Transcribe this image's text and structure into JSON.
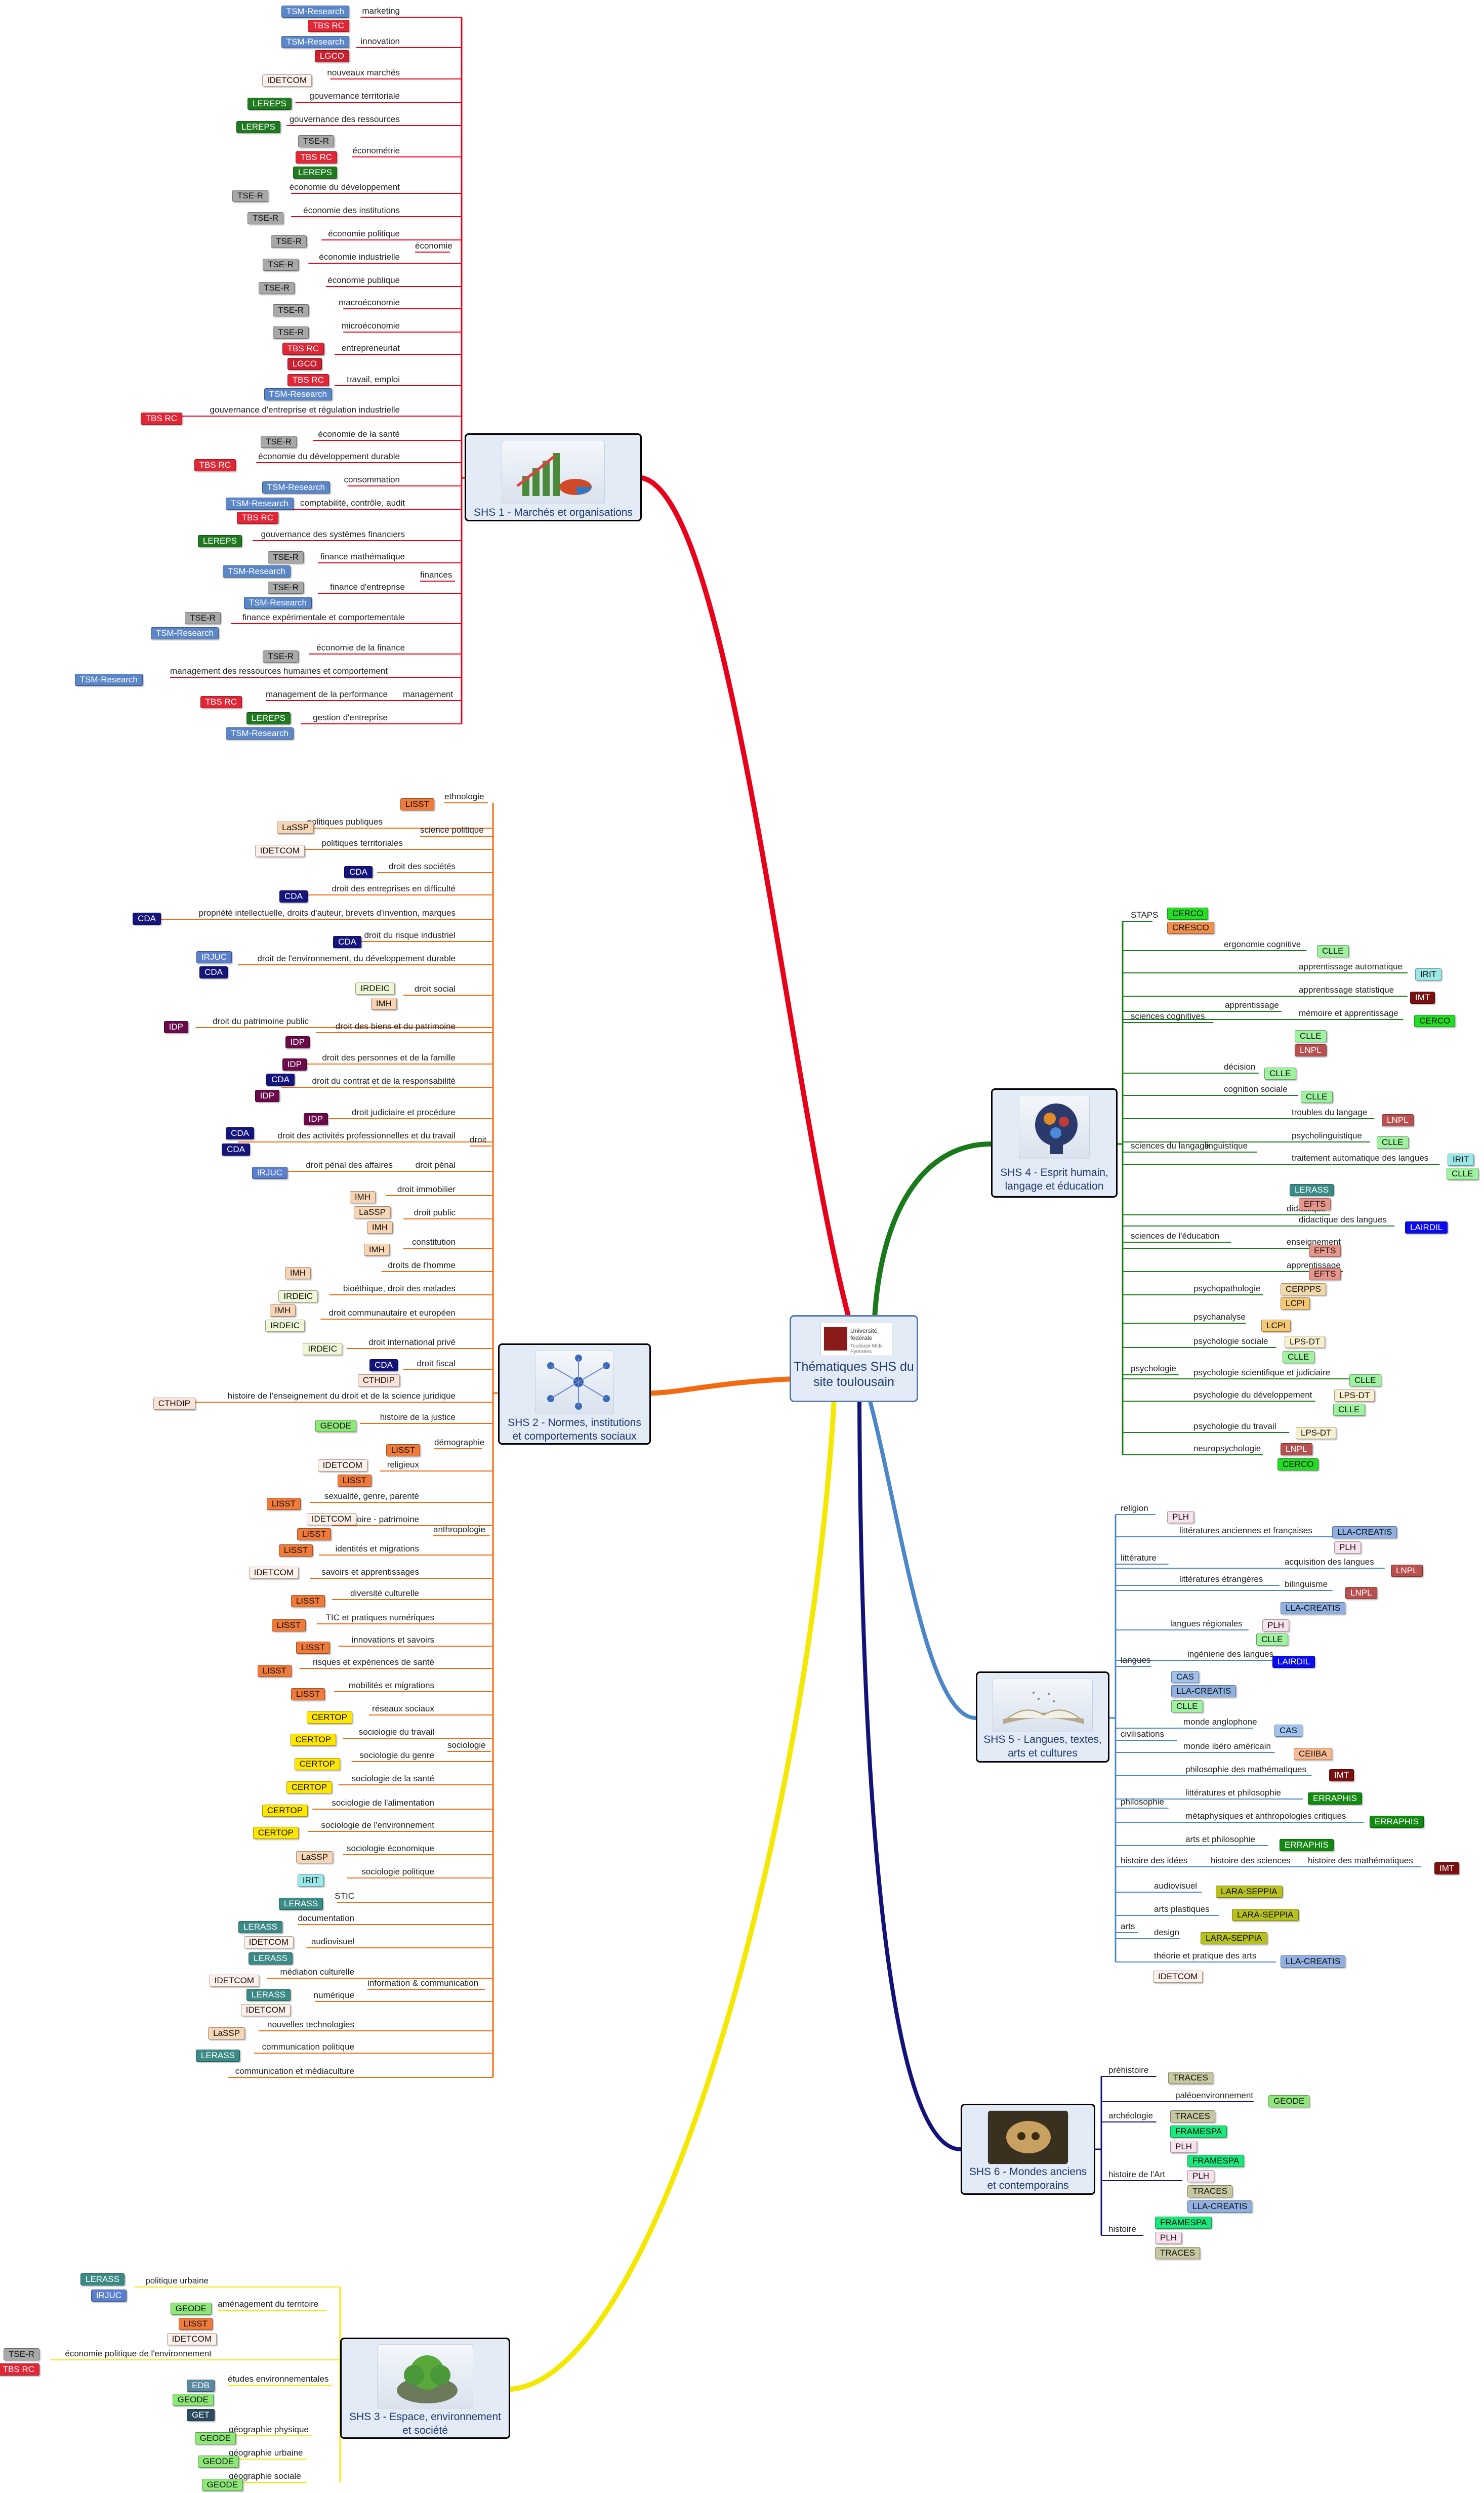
{
  "center": {
    "title": "Thématiques SHS du site toulousain",
    "logo_line1": "Université fédérale",
    "logo_line2": "Toulouse Midi-Pyrénées"
  },
  "colors": {
    "TSM-Research": "#5b87c8",
    "TBS RC": "#e32636",
    "LGCO": "#cc1f2f",
    "IDETCOM": "#fff1ea",
    "LEREPS": "#1f7a1f",
    "TSE-R": "#a8a8a8",
    "LISST": "#f07a3a",
    "LaSSP": "#f7d6b5",
    "CDA": "#14147e",
    "IRJUC": "#5b7fcf",
    "IRDEIC": "#eef7d6",
    "IMH": "#f8d4b4",
    "IDP": "#6a0a4a",
    "CTHDIP": "#fbe3d8",
    "GEODE": "#8ee878",
    "CERTOP": "#ffe600",
    "IRIT": "#9be8e8",
    "LERASS": "#3a8a86",
    "CERCO": "#22dd22",
    "CRESCO": "#f09050",
    "CLLE": "#9ff29f",
    "IMT": "#7a1010",
    "LNPL": "#b85050",
    "EFTS": "#e8968c",
    "LAIRDIL": "#0a0af0",
    "CERPPS": "#f0d8a8",
    "LCPI": "#f7c873",
    "LPS-DT": "#f7efd0",
    "PLH": "#f8e2ee",
    "LLA-CREATIS": "#8fb0e0",
    "CAS": "#9fc2ee",
    "CEIIBA": "#f8b890",
    "ERRAPHIS": "#128a12",
    "LARA-SEPPIA": "#b8c020",
    "TRACES": "#c8c8a0",
    "FRAMESPA": "#19e87c",
    "EDB": "#5a88a0",
    "GET": "#2a4a60"
  },
  "branches": [
    {
      "id": "shs1",
      "title": "SHS 1 - Marchés et organisations",
      "color": "#e8001a",
      "labels": [
        [
          "marketing"
        ],
        [
          "innovation"
        ],
        [
          "nouveaux marchés"
        ],
        [
          "gouvernance territoriale"
        ],
        [
          "gouvernance des ressources"
        ],
        [
          "économétrie"
        ],
        [
          "économie du développement"
        ],
        [
          "économie des institutions"
        ],
        [
          "économie politique"
        ],
        [
          "économie industrielle"
        ],
        [
          "économie publique"
        ],
        [
          "macroéconomie"
        ],
        [
          "microéconomie"
        ],
        [
          "entrepreneuriat"
        ],
        [
          "travail, emploi"
        ],
        [
          "gouvernance d'entreprise et régulation industrielle"
        ],
        [
          "économie de la santé"
        ],
        [
          "économie du développement durable"
        ],
        [
          "consommation"
        ],
        [
          "économie"
        ],
        [
          "comptabilité, contrôle, audit"
        ],
        [
          "gouvernance des systèmes financiers"
        ],
        [
          "finance mathématique"
        ],
        [
          "finance d'entreprise"
        ],
        [
          "finance expérimentale et comportementale"
        ],
        [
          "économie de la finance"
        ],
        [
          "finances"
        ],
        [
          "management des ressources humaines et comportement"
        ],
        [
          "management de la performance"
        ],
        [
          "gestion d'entreprise"
        ],
        [
          "management"
        ]
      ],
      "tags": [
        [
          "TSM-Research"
        ],
        [
          "TBS RC"
        ],
        [
          "TSM-Research"
        ],
        [
          "LGCO"
        ],
        [
          "IDETCOM"
        ],
        [
          "LEREPS"
        ],
        [
          "LEREPS"
        ],
        [
          "TSE-R"
        ],
        [
          "TBS RC"
        ],
        [
          "LEREPS"
        ],
        [
          "TSE-R"
        ],
        [
          "TSE-R"
        ],
        [
          "TSE-R"
        ],
        [
          "TSE-R"
        ],
        [
          "TSE-R"
        ],
        [
          "TSE-R"
        ],
        [
          "TSE-R"
        ],
        [
          "TSE-R"
        ],
        [
          "TBS RC"
        ],
        [
          "LGCO"
        ],
        [
          "TBS RC"
        ],
        [
          "TSM-Research"
        ],
        [
          "TBS RC"
        ],
        [
          "TSE-R"
        ],
        [
          "TBS RC"
        ],
        [
          "TSM-Research"
        ],
        [
          "TSM-Research"
        ],
        [
          "TBS RC"
        ],
        [
          "LEREPS"
        ],
        [
          "TSE-R"
        ],
        [
          "TSM-Research"
        ],
        [
          "TSE-R"
        ],
        [
          "TSM-Research"
        ],
        [
          "TSE-R"
        ],
        [
          "TSM-Research"
        ],
        [
          "TSE-R"
        ],
        [
          "TSM-Research"
        ],
        [
          "TBS RC"
        ],
        [
          "LEREPS"
        ],
        [
          "TSM-Research"
        ]
      ]
    },
    {
      "id": "shs2",
      "title": "SHS 2 - Normes, institutions et comportements sociaux",
      "color": "#f26a10",
      "labels": [
        [
          "ethnologie"
        ],
        [
          "politiques publiques"
        ],
        [
          "science politique"
        ],
        [
          "politiques territoriales"
        ],
        [
          "droit des sociétés"
        ],
        [
          "droit des entreprises en difficulté"
        ],
        [
          "propriété intellectuelle, droits d'auteur, brevets d'invention, marques"
        ],
        [
          "droit du risque industriel"
        ],
        [
          "droit de l'environnement, du développement durable"
        ],
        [
          "droit social"
        ],
        [
          "droit du patrimoine public"
        ],
        [
          "droit des biens et du patrimoine"
        ],
        [
          "droit des personnes et de la famille"
        ],
        [
          "droit du contrat et de la responsabilité"
        ],
        [
          "droit judiciaire et procédure"
        ],
        [
          "droit des activités professionnelles et du travail"
        ],
        [
          "droit pénal des affaires"
        ],
        [
          "droit pénal"
        ],
        [
          "droit"
        ],
        [
          "droit immobilier"
        ],
        [
          "droit public"
        ],
        [
          "constitution"
        ],
        [
          "droits de l'homme"
        ],
        [
          "bioéthique, droit des malades"
        ],
        [
          "droit communautaire et européen"
        ],
        [
          "droit international privé"
        ],
        [
          "droit fiscal"
        ],
        [
          "histoire de l'enseignement du droit et de la science juridique"
        ],
        [
          "histoire de la justice"
        ],
        [
          "démographie"
        ],
        [
          "religieux"
        ],
        [
          "sexualité, genre, parenté"
        ],
        [
          "mémoire - patrimoine"
        ],
        [
          "anthropologie"
        ],
        [
          "identités et migrations"
        ],
        [
          "savoirs et apprentissages"
        ],
        [
          "diversité culturelle"
        ],
        [
          "TIC et pratiques numériques"
        ],
        [
          "innovations et savoirs"
        ],
        [
          "risques et expériences de santé"
        ],
        [
          "mobilités et migrations"
        ],
        [
          "réseaux sociaux"
        ],
        [
          "sociologie du travail"
        ],
        [
          "sociologie du genre"
        ],
        [
          "sociologie"
        ],
        [
          "sociologie de la santé"
        ],
        [
          "sociologie de l'alimentation"
        ],
        [
          "sociologie de l'environnement"
        ],
        [
          "sociologie économique"
        ],
        [
          "sociologie politique"
        ],
        [
          "STIC"
        ],
        [
          "documentation"
        ],
        [
          "audiovisuel"
        ],
        [
          "médiation culturelle"
        ],
        [
          "numérique"
        ],
        [
          "information & communication"
        ],
        [
          "nouvelles technologies"
        ],
        [
          "communication politique"
        ],
        [
          "communication et médiaculture"
        ]
      ],
      "tags": [
        [
          "LISST"
        ],
        [
          "LaSSP"
        ],
        [
          "IDETCOM"
        ],
        [
          "CDA"
        ],
        [
          "CDA"
        ],
        [
          "CDA"
        ],
        [
          "CDA"
        ],
        [
          "IRJUC"
        ],
        [
          "CDA"
        ],
        [
          "IRDEIC"
        ],
        [
          "IMH"
        ],
        [
          "IDP"
        ],
        [
          "IDP"
        ],
        [
          "IDP"
        ],
        [
          "CDA"
        ],
        [
          "IDP"
        ],
        [
          "IDP"
        ],
        [
          "CDA"
        ],
        [
          "CDA"
        ],
        [
          "IRJUC"
        ],
        [
          "IMH"
        ],
        [
          "LaSSP"
        ],
        [
          "IMH"
        ],
        [
          "IMH"
        ],
        [
          "IMH"
        ],
        [
          "IRDEIC"
        ],
        [
          "IMH"
        ],
        [
          "IRDEIC"
        ],
        [
          "IRDEIC"
        ],
        [
          "CDA"
        ],
        [
          "CTHDIP"
        ],
        [
          "CTHDIP"
        ],
        [
          "GEODE"
        ],
        [
          "LISST"
        ],
        [
          "IDETCOM"
        ],
        [
          "LISST"
        ],
        [
          "LISST"
        ],
        [
          "IDETCOM"
        ],
        [
          "LISST"
        ],
        [
          "LISST"
        ],
        [
          "IDETCOM"
        ],
        [
          "LISST"
        ],
        [
          "LISST"
        ],
        [
          "LISST"
        ],
        [
          "LISST"
        ],
        [
          "LISST"
        ],
        [
          "CERTOP"
        ],
        [
          "CERTOP"
        ],
        [
          "CERTOP"
        ],
        [
          "CERTOP"
        ],
        [
          "CERTOP"
        ],
        [
          "CERTOP"
        ],
        [
          "LaSSP"
        ],
        [
          "IRIT"
        ],
        [
          "LERASS"
        ],
        [
          "LERASS"
        ],
        [
          "IDETCOM"
        ],
        [
          "LERASS"
        ],
        [
          "IDETCOM"
        ],
        [
          "LERASS"
        ],
        [
          "IDETCOM"
        ],
        [
          "LaSSP"
        ],
        [
          "LERASS"
        ]
      ]
    },
    {
      "id": "shs3",
      "title": "SHS 3 - Espace, environnement et société",
      "color": "#f5e800",
      "labels": [
        [
          "politique urbaine"
        ],
        [
          "aménagement du territoire"
        ],
        [
          "économie politique de l'environnement"
        ],
        [
          "études environnementales"
        ],
        [
          "géographie physique"
        ],
        [
          "géographie urbaine"
        ],
        [
          "géographie sociale"
        ]
      ],
      "tags": [
        [
          "LERASS"
        ],
        [
          "IRJUC"
        ],
        [
          "GEODE"
        ],
        [
          "LISST"
        ],
        [
          "IDETCOM"
        ],
        [
          "TSE-R"
        ],
        [
          "TBS RC"
        ],
        [
          "EDB"
        ],
        [
          "GEODE"
        ],
        [
          "GET"
        ],
        [
          "GEODE"
        ],
        [
          "GEODE"
        ],
        [
          "GEODE"
        ]
      ]
    },
    {
      "id": "shs4",
      "title": "SHS 4 - Esprit humain, langage et éducation",
      "color": "#1a7a1a",
      "labels": [
        [
          "STAPS"
        ],
        [
          "ergonomie cognitive"
        ],
        [
          "apprentissage automatique"
        ],
        [
          "apprentissage statistique"
        ],
        [
          "apprentissage"
        ],
        [
          "mémoire et apprentissage"
        ],
        [
          "sciences cognitives"
        ],
        [
          "décision"
        ],
        [
          "cognition sociale"
        ],
        [
          "troubles du langage"
        ],
        [
          "psycholinguistique"
        ],
        [
          "sciences du langage"
        ],
        [
          "linguistique"
        ],
        [
          "traitement automatique des langues"
        ],
        [
          "didactique"
        ],
        [
          "didactique des langues"
        ],
        [
          "sciences de l'éducation"
        ],
        [
          "enseignement"
        ],
        [
          "apprentissage"
        ],
        [
          "psychopathologie"
        ],
        [
          "psychanalyse"
        ],
        [
          "psychologie sociale"
        ],
        [
          "psychologie scientifique et judiciaire"
        ],
        [
          "psychologie du développement"
        ],
        [
          "psychologie"
        ],
        [
          "psychologie du travail"
        ],
        [
          "neuropsychologie"
        ]
      ],
      "tags": [
        [
          "CERCO"
        ],
        [
          "CRESCO"
        ],
        [
          "CLLE"
        ],
        [
          "IRIT"
        ],
        [
          "IMT"
        ],
        [
          "CERCO"
        ],
        [
          "CLLE"
        ],
        [
          "LNPL"
        ],
        [
          "CLLE"
        ],
        [
          "CLLE"
        ],
        [
          "LNPL"
        ],
        [
          "CLLE"
        ],
        [
          "IRIT"
        ],
        [
          "CLLE"
        ],
        [
          "LERASS"
        ],
        [
          "EFTS"
        ],
        [
          "LAIRDIL"
        ],
        [
          "EFTS"
        ],
        [
          "EFTS"
        ],
        [
          "CERPPS"
        ],
        [
          "LCPI"
        ],
        [
          "LCPI"
        ],
        [
          "LPS-DT"
        ],
        [
          "CLLE"
        ],
        [
          "CLLE"
        ],
        [
          "LPS-DT"
        ],
        [
          "CLLE"
        ],
        [
          "LPS-DT"
        ],
        [
          "LNPL"
        ],
        [
          "CERCO"
        ]
      ]
    },
    {
      "id": "shs5",
      "title": "SHS 5 - Langues, textes, arts et cultures",
      "color": "#4a86c8",
      "labels": [
        [
          "religion"
        ],
        [
          "littératures anciennes et françaises"
        ],
        [
          "littérature"
        ],
        [
          "acquisition des langues"
        ],
        [
          "littératures étrangères"
        ],
        [
          "bilinguisme"
        ],
        [
          "langues régionales"
        ],
        [
          "ingénierie des langues"
        ],
        [
          "langues"
        ],
        [
          "monde anglophone"
        ],
        [
          "civilisations"
        ],
        [
          "monde ibéro américain"
        ],
        [
          "philosophie des mathématiques"
        ],
        [
          "littératures et philosophie"
        ],
        [
          "philosophie"
        ],
        [
          "métaphysiques et anthropologies critiques"
        ],
        [
          "arts et philosophie"
        ],
        [
          "histoire des idées"
        ],
        [
          "histoire des sciences"
        ],
        [
          "histoire des mathématiques"
        ],
        [
          "audiovisuel"
        ],
        [
          "arts plastiques"
        ],
        [
          "arts"
        ],
        [
          "design"
        ],
        [
          "théorie et pratique des arts"
        ]
      ],
      "tags": [
        [
          "PLH"
        ],
        [
          "LLA-CREATIS"
        ],
        [
          "PLH"
        ],
        [
          "LNPL"
        ],
        [
          "LNPL"
        ],
        [
          "LLA-CREATIS"
        ],
        [
          "PLH"
        ],
        [
          "CLLE"
        ],
        [
          "LAIRDIL"
        ],
        [
          "CAS"
        ],
        [
          "LLA-CREATIS"
        ],
        [
          "CLLE"
        ],
        [
          "CAS"
        ],
        [
          "CEIIBA"
        ],
        [
          "IMT"
        ],
        [
          "ERRAPHIS"
        ],
        [
          "ERRAPHIS"
        ],
        [
          "ERRAPHIS"
        ],
        [
          "IMT"
        ],
        [
          "LARA-SEPPIA"
        ],
        [
          "LARA-SEPPIA"
        ],
        [
          "LARA-SEPPIA"
        ],
        [
          "LLA-CREATIS"
        ],
        [
          "IDETCOM"
        ]
      ]
    },
    {
      "id": "shs6",
      "title": "SHS 6 - Mondes anciens et contemporains",
      "color": "#12127a",
      "labels": [
        [
          "préhistoire"
        ],
        [
          "paléoenvironnement"
        ],
        [
          "archéologie"
        ],
        [
          "histoire de l'Art"
        ],
        [
          "histoire"
        ]
      ],
      "tags": [
        [
          "TRACES"
        ],
        [
          "GEODE"
        ],
        [
          "TRACES"
        ],
        [
          "FRAMESPA"
        ],
        [
          "PLH"
        ],
        [
          "FRAMESPA"
        ],
        [
          "PLH"
        ],
        [
          "TRACES"
        ],
        [
          "LLA-CREATIS"
        ],
        [
          "FRAMESPA"
        ],
        [
          "PLH"
        ],
        [
          "TRACES"
        ]
      ]
    }
  ]
}
